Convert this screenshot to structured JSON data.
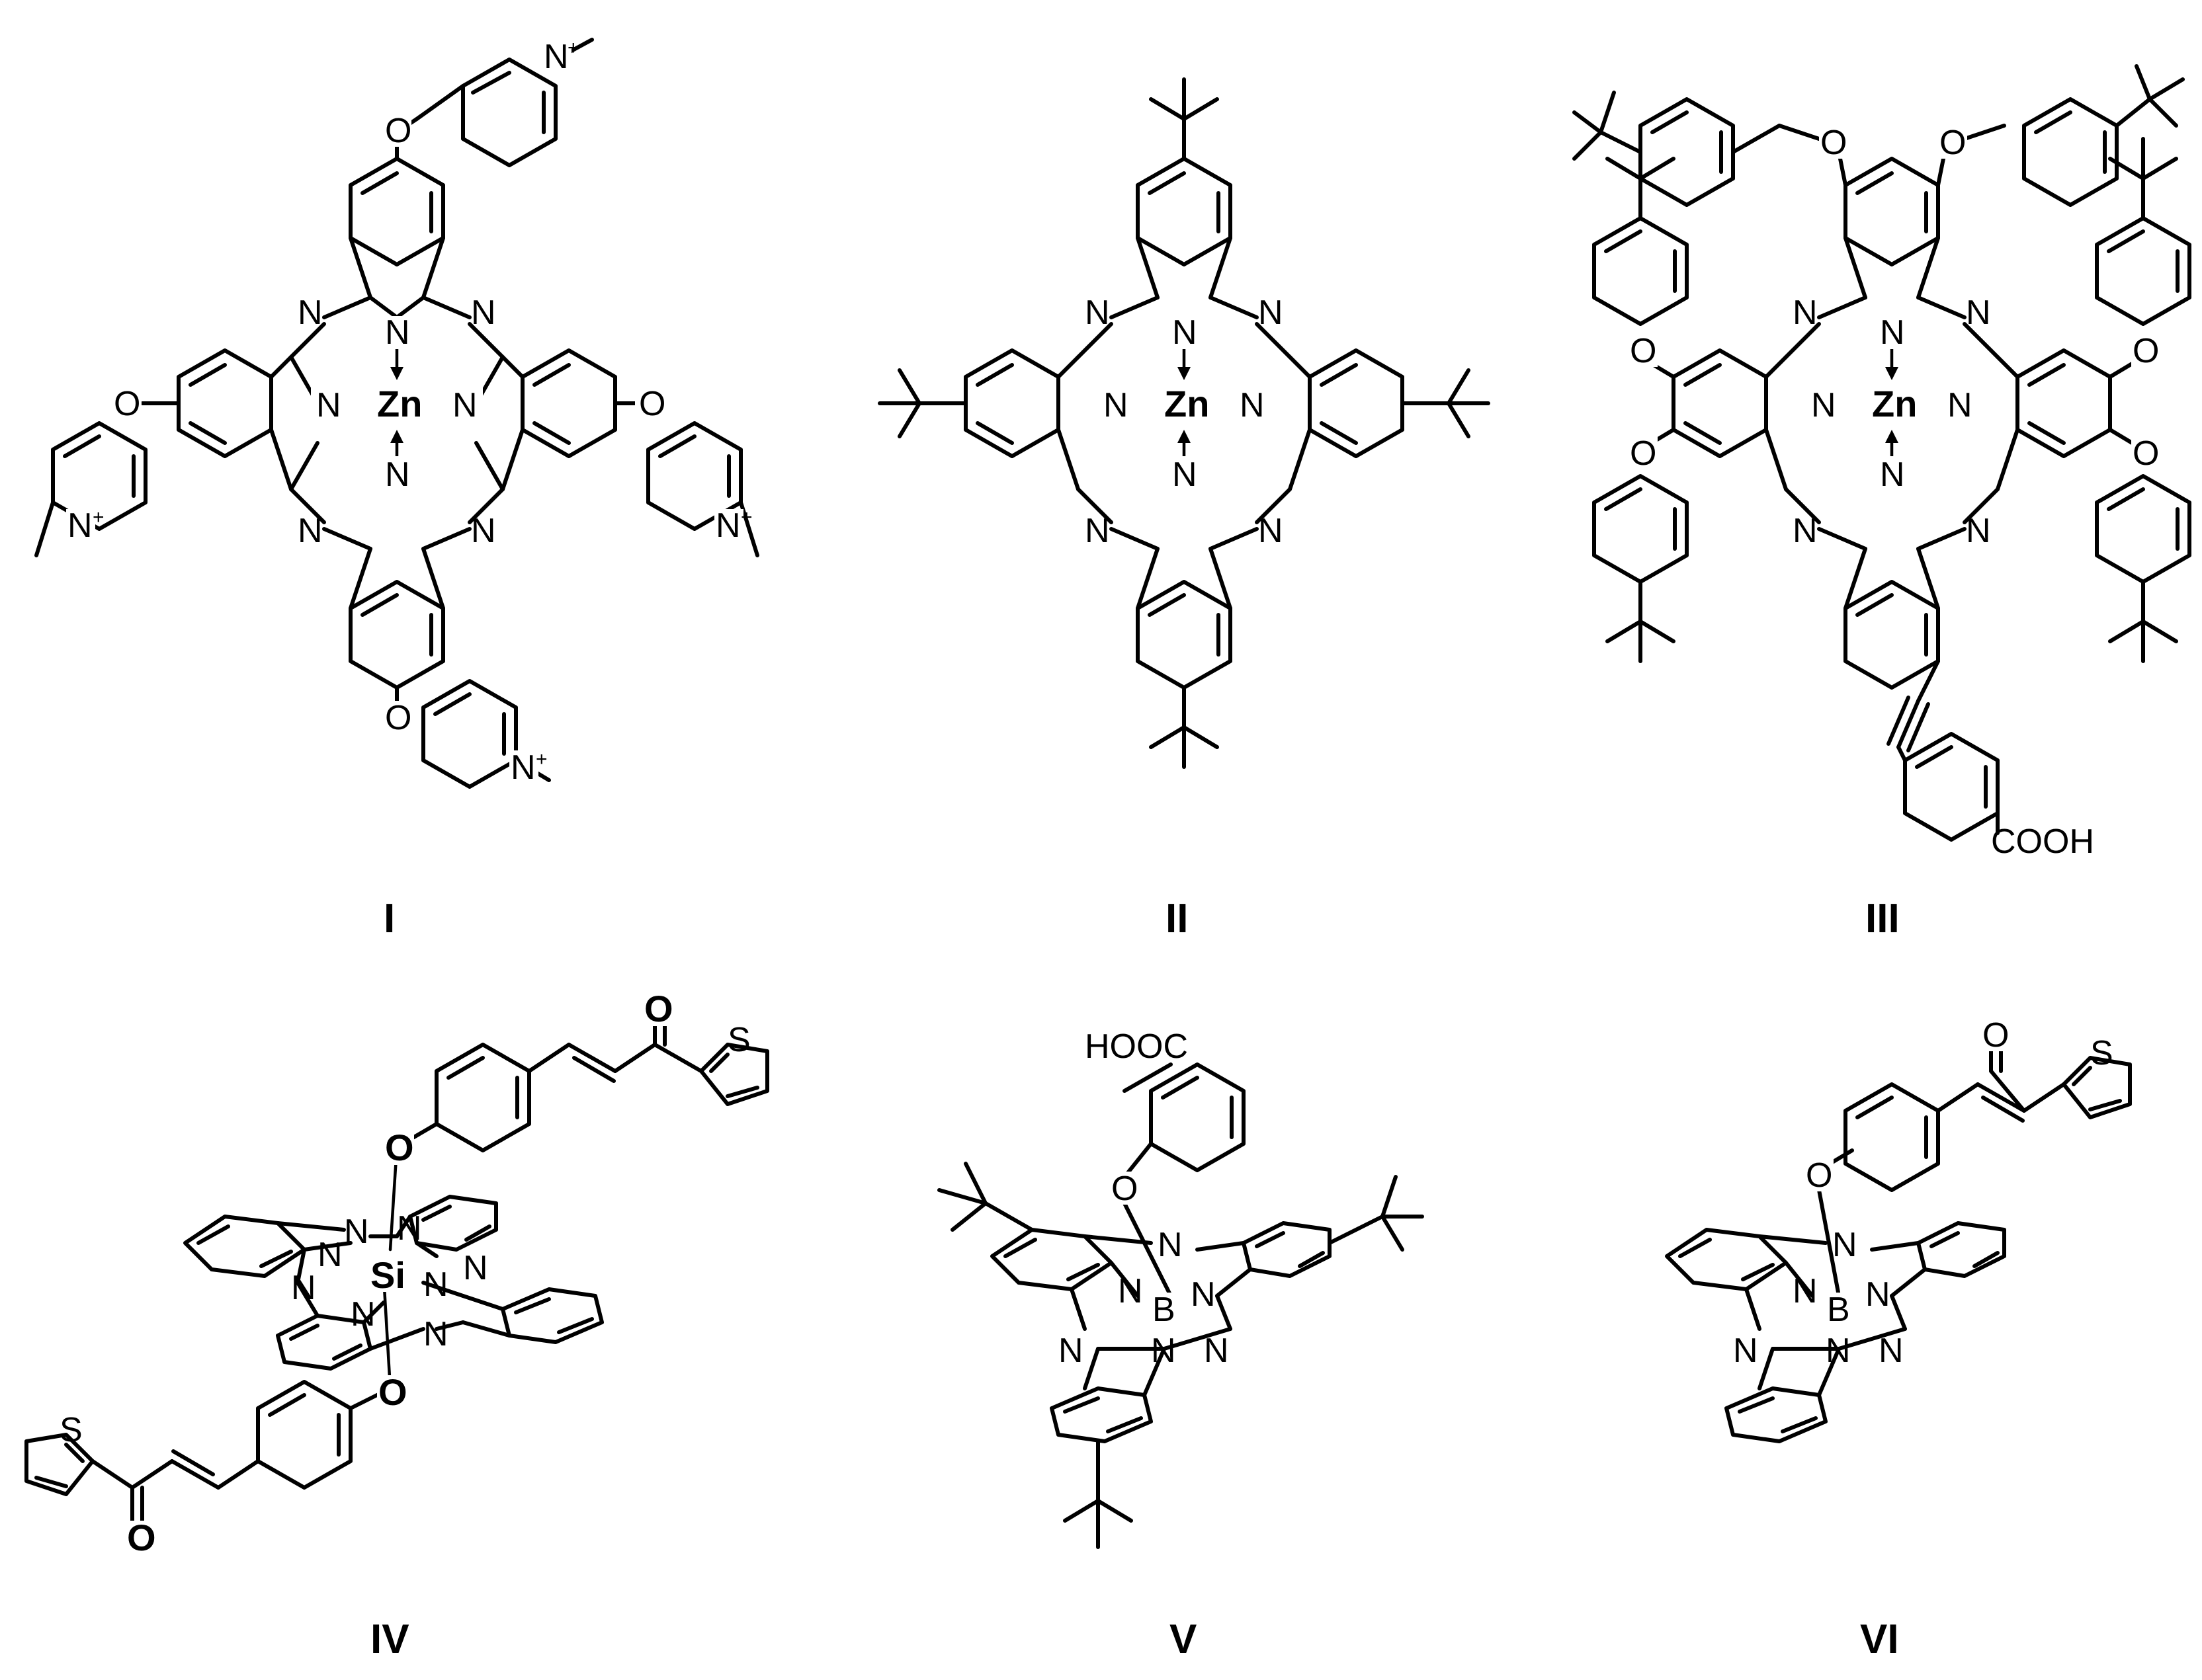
{
  "compounds": [
    {
      "id": "I",
      "label": "I",
      "metal": "Zn",
      "substituent_atom": "O",
      "cation": "N",
      "charge": "+"
    },
    {
      "id": "II",
      "label": "II",
      "metal": "Zn"
    },
    {
      "id": "III",
      "label": "III",
      "metal": "Zn",
      "substituent_atom": "O",
      "acid_group": "COOH"
    },
    {
      "id": "IV",
      "label": "IV",
      "metal": "Si",
      "axial_atom": "O",
      "ring_heteroatom": "S",
      "carbonyl": "O"
    },
    {
      "id": "V",
      "label": "V",
      "metal": "B",
      "axial_atom": "O",
      "acid_group": "HOOC"
    },
    {
      "id": "VI",
      "label": "VI",
      "metal": "B",
      "axial_atom": "O",
      "ring_heteroatom": "S",
      "carbonyl": "O"
    }
  ],
  "atom_symbols": {
    "nitrogen": "N",
    "oxygen": "O",
    "sulfur": "S"
  }
}
